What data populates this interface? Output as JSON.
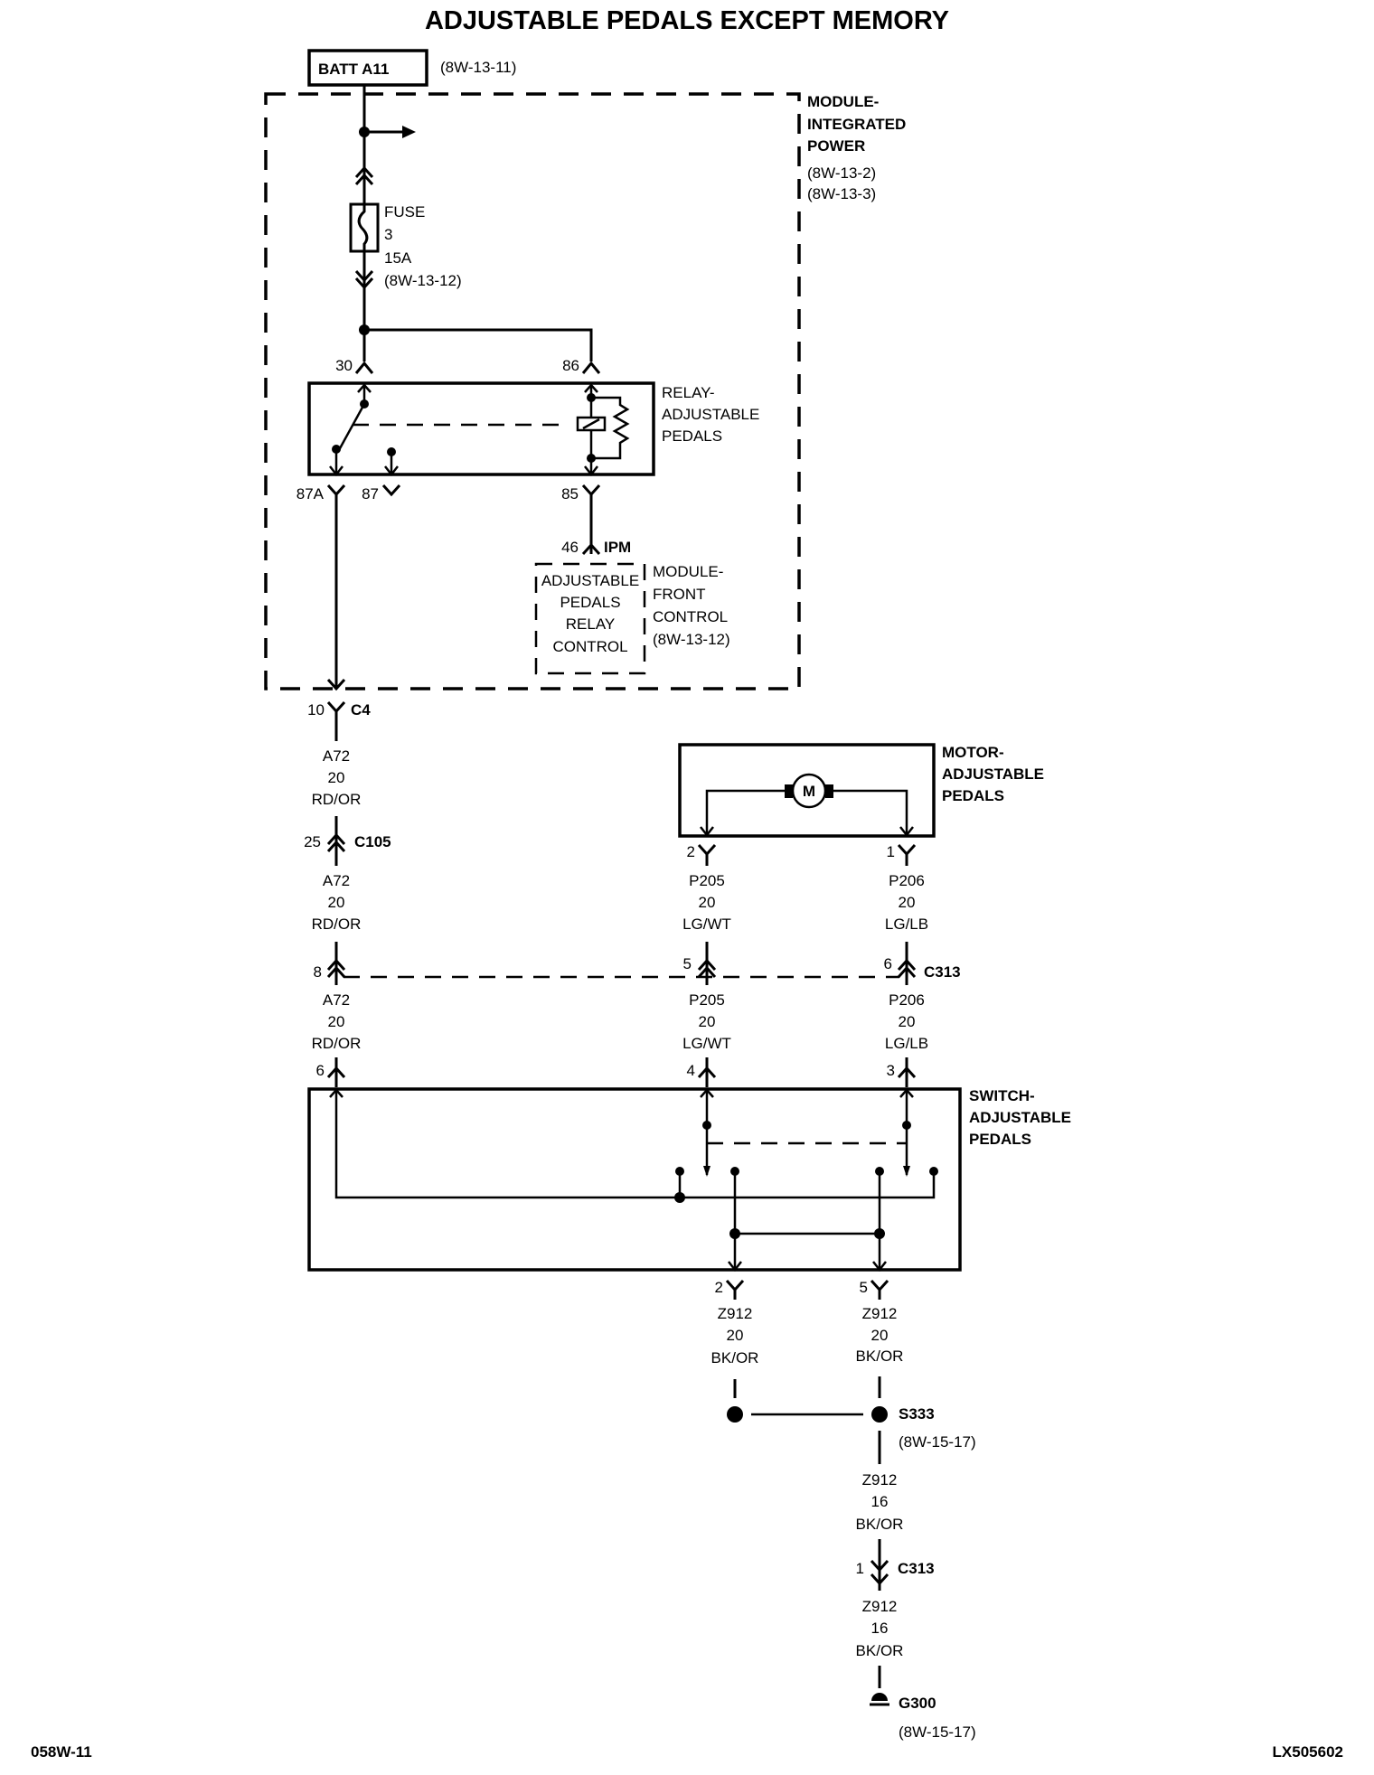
{
  "title": "ADJUSTABLE PEDALS EXCEPT MEMORY",
  "footer": {
    "left": "058W-11",
    "right": "LX505602"
  },
  "batt": {
    "label": "BATT A11",
    "ref": "(8W-13-11)"
  },
  "ipm": {
    "name_lines": [
      "MODULE-",
      "INTEGRATED",
      "POWER"
    ],
    "refs": [
      "(8W-13-2)",
      "(8W-13-3)"
    ]
  },
  "fuse": {
    "lines": [
      "FUSE",
      "3",
      "15A",
      "(8W-13-12)"
    ]
  },
  "relay": {
    "name_lines": [
      "RELAY-",
      "ADJUSTABLE",
      "PEDALS"
    ],
    "pins": {
      "p30": "30",
      "p86": "86",
      "p87a": "87A",
      "p87": "87",
      "p85": "85"
    }
  },
  "fcm": {
    "pin": "46",
    "connector": "IPM",
    "inner_lines": [
      "ADJUSTABLE",
      "PEDALS",
      "RELAY",
      "CONTROL"
    ],
    "name_lines": [
      "MODULE-",
      "FRONT",
      "CONTROL",
      "(8W-13-12)"
    ]
  },
  "connectors": {
    "c4": {
      "pin": "10",
      "name": "C4"
    },
    "c105": {
      "pin": "25",
      "name": "C105"
    },
    "c313_row": {
      "pins": [
        "8",
        "5",
        "6"
      ],
      "name": "C313"
    },
    "c313_ground": {
      "pin": "1",
      "name": "C313"
    }
  },
  "motor": {
    "name_lines": [
      "MOTOR-",
      "ADJUSTABLE",
      "PEDALS"
    ],
    "symbol": "M",
    "pins": [
      "2",
      "1"
    ]
  },
  "switch": {
    "name_lines": [
      "SWITCH-",
      "ADJUSTABLE",
      "PEDALS"
    ],
    "top_pins": [
      "6",
      "4",
      "3"
    ],
    "bottom_pins": [
      "2",
      "5"
    ]
  },
  "wires": {
    "a72_1": [
      "A72",
      "20",
      "RD/OR"
    ],
    "a72_2": [
      "A72",
      "20",
      "RD/OR"
    ],
    "a72_3": [
      "A72",
      "20",
      "RD/OR"
    ],
    "p205_1": [
      "P205",
      "20",
      "LG/WT"
    ],
    "p205_2": [
      "P205",
      "20",
      "LG/WT"
    ],
    "p206_1": [
      "P206",
      "20",
      "LG/LB"
    ],
    "p206_2": [
      "P206",
      "20",
      "LG/LB"
    ],
    "z912_a": [
      "Z912",
      "20",
      "BK/OR"
    ],
    "z912_b": [
      "Z912",
      "20",
      "BK/OR"
    ],
    "z912_c": [
      "Z912",
      "16",
      "BK/OR"
    ],
    "z912_d": [
      "Z912",
      "16",
      "BK/OR"
    ]
  },
  "splice": {
    "name": "S333",
    "ref": "(8W-15-17)"
  },
  "ground": {
    "name": "G300",
    "ref": "(8W-15-17)"
  }
}
